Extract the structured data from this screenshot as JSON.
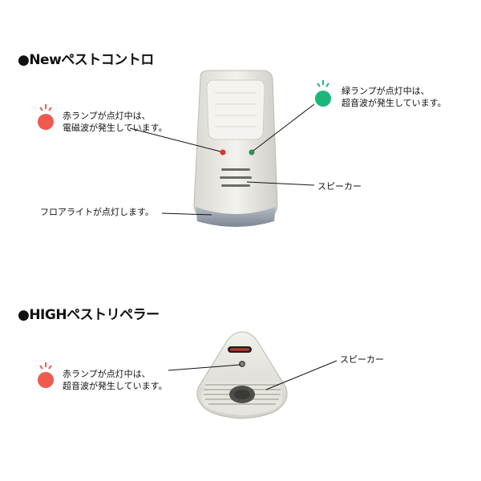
{
  "sections": {
    "new_pest_control": {
      "title": "●Newペストコントロ",
      "red_lamp_text": [
        "赤ランプが点灯中は、",
        "電磁波が発生しています。"
      ],
      "green_lamp_text": [
        "緑ランプが点灯中は、",
        "超音波が発生しています。"
      ],
      "speaker_label": "スピーカー",
      "floor_light_label": "フロアライトが点灯します。"
    },
    "high_pest_repeller": {
      "title": "●HIGHペストリペラー",
      "red_lamp_text": [
        "赤ランプが点灯中は、",
        "超音波が発生しています。"
      ],
      "speaker_label": "スピーカー"
    }
  },
  "colors": {
    "red_lamp": "#f05a4e",
    "green_lamp": "#1bb77a",
    "device_body": "#ecebe5",
    "floor_light": "#9aa3b0"
  },
  "icons": {
    "red_lamp_icon": "red-circle-with-rays",
    "green_lamp_icon": "green-circle-with-rays"
  }
}
